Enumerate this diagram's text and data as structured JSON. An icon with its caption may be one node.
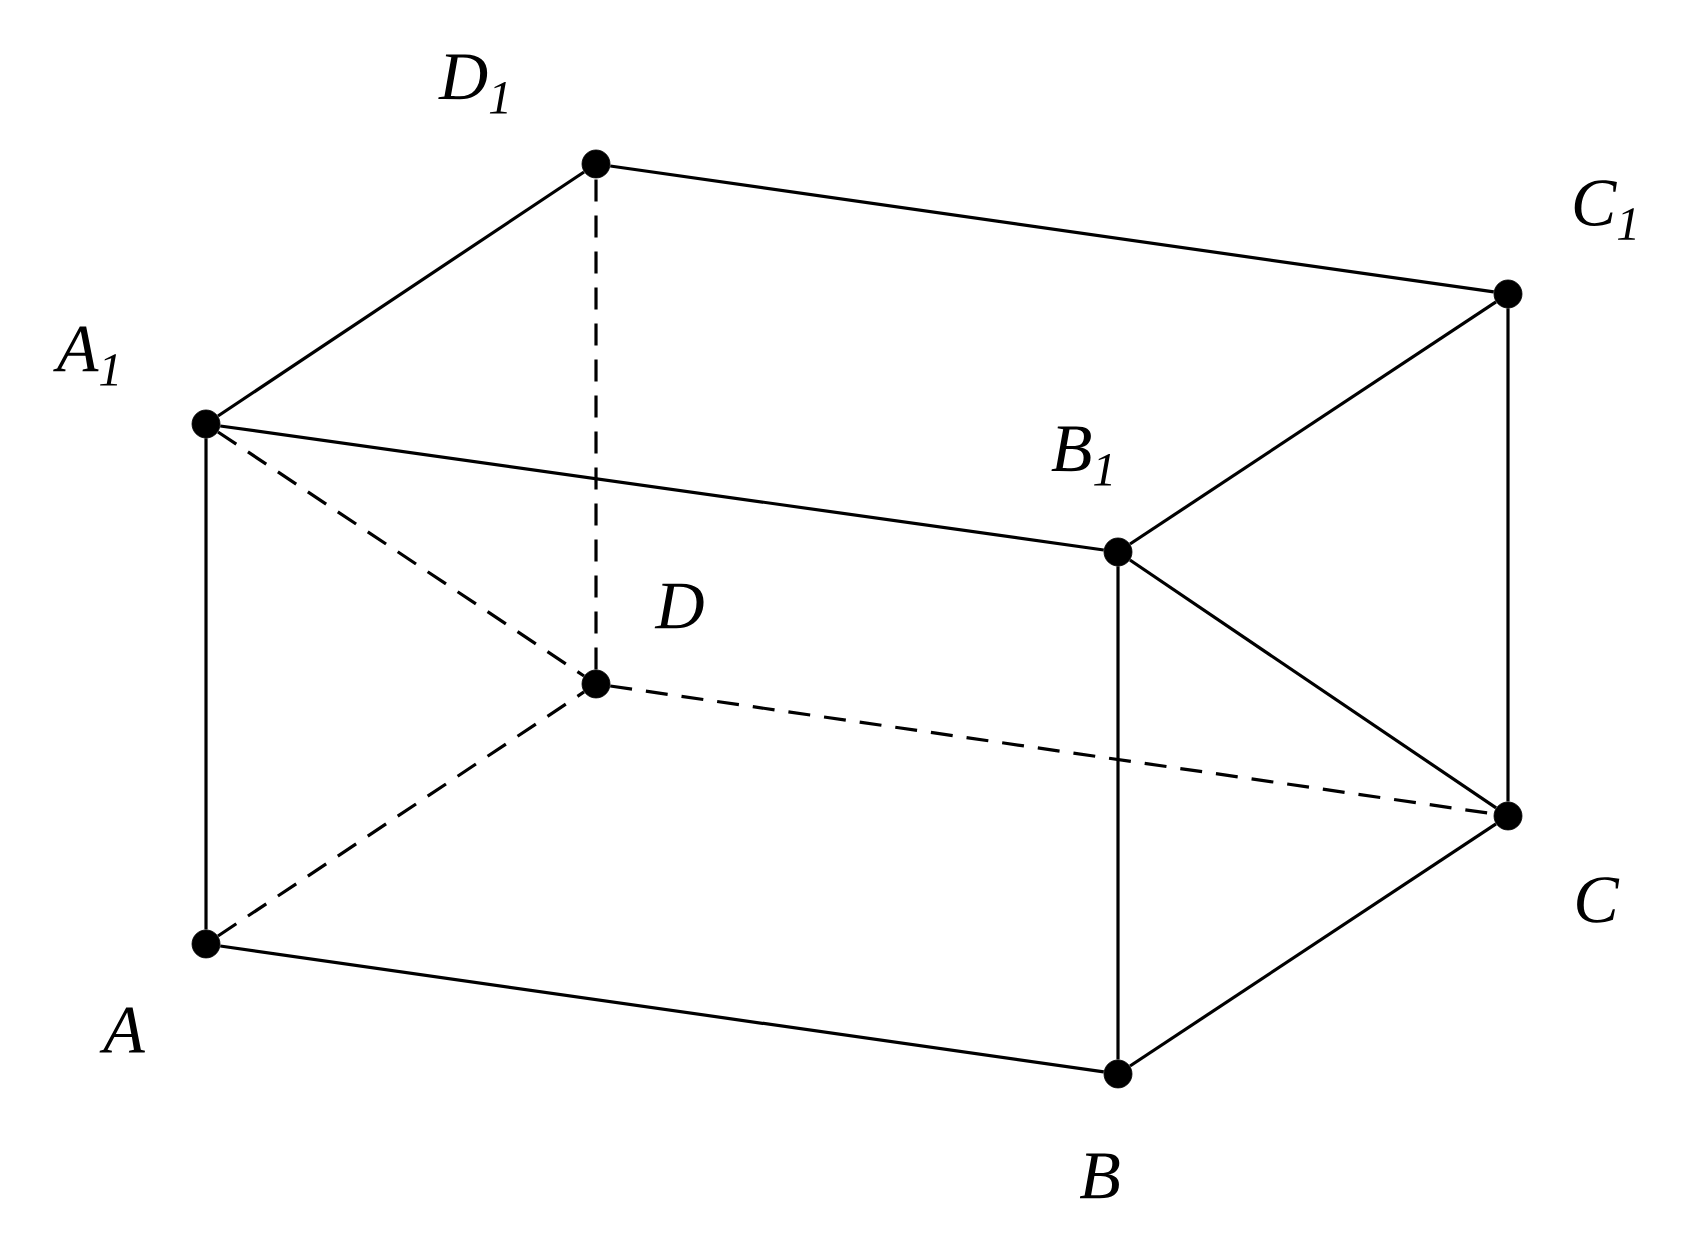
{
  "diagram": {
    "nodes": [
      {
        "text": [],
        "shape": "circle",
        "beside": [
          "D$_{1}$"
        ]
      },
      {
        "text": [],
        "shape": "circle",
        "beside": [
          "C$_{1}$"
        ]
      },
      {
        "text": [],
        "shape": "circle",
        "beside": [
          "A$_{1}$"
        ]
      },
      {
        "text": [],
        "shape": "circle",
        "beside": [
          "B$_{1}$"
        ]
      },
      {
        "text": [],
        "shape": "circle",
        "beside": [
          "D"
        ]
      },
      {
        "text": [],
        "shape": "circle",
        "beside": [
          "C"
        ]
      },
      {
        "text": [],
        "shape": "circle",
        "beside": [
          "A"
        ]
      },
      {
        "text": [],
        "shape": "circle",
        "beside": [
          "B"
        ]
      }
    ],
    "edges": [
      {
        "from": 6,
        "to": 7,
        "arrow": "none"
      },
      {
        "from": 7,
        "to": 5,
        "arrow": "none"
      },
      {
        "from": 6,
        "to": 2,
        "arrow": "none"
      },
      {
        "from": 7,
        "to": 3,
        "arrow": "none"
      },
      {
        "from": 5,
        "to": 1,
        "arrow": "none"
      },
      {
        "from": 2,
        "to": 3,
        "arrow": "none"
      },
      {
        "from": 3,
        "to": 1,
        "arrow": "none"
      },
      {
        "from": 1,
        "to": 0,
        "arrow": "none"
      },
      {
        "from": 0,
        "to": 2,
        "arrow": "none"
      },
      {
        "from": 3,
        "to": 5,
        "arrow": "none"
      },
      {
        "from": 6,
        "to": 4,
        "arrow": "none",
        "style": "dashed"
      },
      {
        "from": 4,
        "to": 5,
        "arrow": "none",
        "style": "dashed"
      },
      {
        "from": 4,
        "to": 0,
        "arrow": "none",
        "style": "dashed"
      },
      {
        "from": 2,
        "to": 4,
        "arrow": "none",
        "style": "dashed"
      }
    ]
  }
}
